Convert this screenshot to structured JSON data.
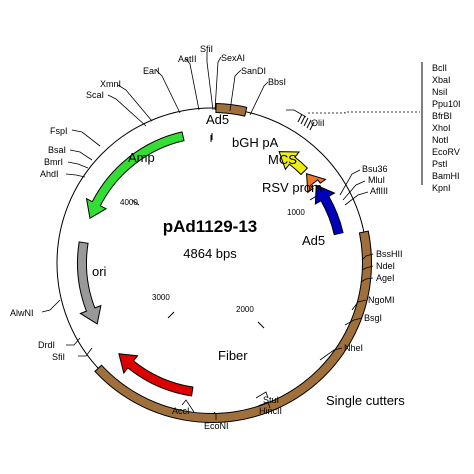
{
  "plasmid": {
    "name": "pAd1129-13",
    "size_label": "4864 bps",
    "total_bp": 4864
  },
  "caption": "Single cutters",
  "scale_ticks": [
    "1000",
    "2000",
    "3000",
    "4000"
  ],
  "colors": {
    "ad5": "#a0703c",
    "amp": "#33dd33",
    "ori": "#999999",
    "fiber": "#dd0000",
    "rsv": "#0000bb",
    "mcs": "#ee7722",
    "bgh": "#eeee11",
    "line": "#000000"
  },
  "features": [
    {
      "name": "Ad5",
      "type": "box",
      "color_key": "ad5",
      "start": 20,
      "end": 170
    },
    {
      "name": "Ad5",
      "type": "box",
      "color_key": "ad5",
      "start": 1060,
      "end": 3070
    },
    {
      "name": "Amp",
      "type": "arrow",
      "color_key": "amp",
      "start": 4690,
      "end": 3920
    },
    {
      "name": "ori",
      "type": "arrow",
      "color_key": "ori",
      "start": 3770,
      "end": 3270
    },
    {
      "name": "Fiber",
      "type": "arrow",
      "color_key": "fiber",
      "start": 2550,
      "end": 3050
    },
    {
      "name": "RSV prom",
      "type": "arrow",
      "color_key": "rsv",
      "start": 1040,
      "end": 720
    },
    {
      "name": "MCS",
      "type": "arrow",
      "color_key": "mcs",
      "start": 700,
      "end": 630
    },
    {
      "name": "bGH pA",
      "type": "arrow",
      "color_key": "bgh",
      "start": 610,
      "end": 420
    }
  ],
  "site_list": [
    "BclI",
    "XbaI",
    "NsiI",
    "Ppu10I",
    "BfrBI",
    "XhoI",
    "NotI",
    "EcoRV",
    "PstI",
    "BamHI",
    "KpnI"
  ],
  "sites": [
    "SfiI",
    "SexAI",
    "AatII",
    "SanDI",
    "EarI",
    "BbsI",
    "XmnI",
    "ScaI",
    "OliI",
    "FspI",
    "Bsu36",
    "MluI",
    "AflIII",
    "BsaI",
    "BmrI",
    "AhdI",
    "BssHII",
    "NdeI",
    "AgeI",
    "AlwNI",
    "NgoMI",
    "BsgI",
    "DrdI",
    "SfiI",
    "NheI",
    "StuI",
    "HincII",
    "AccI",
    "EcoNI"
  ]
}
